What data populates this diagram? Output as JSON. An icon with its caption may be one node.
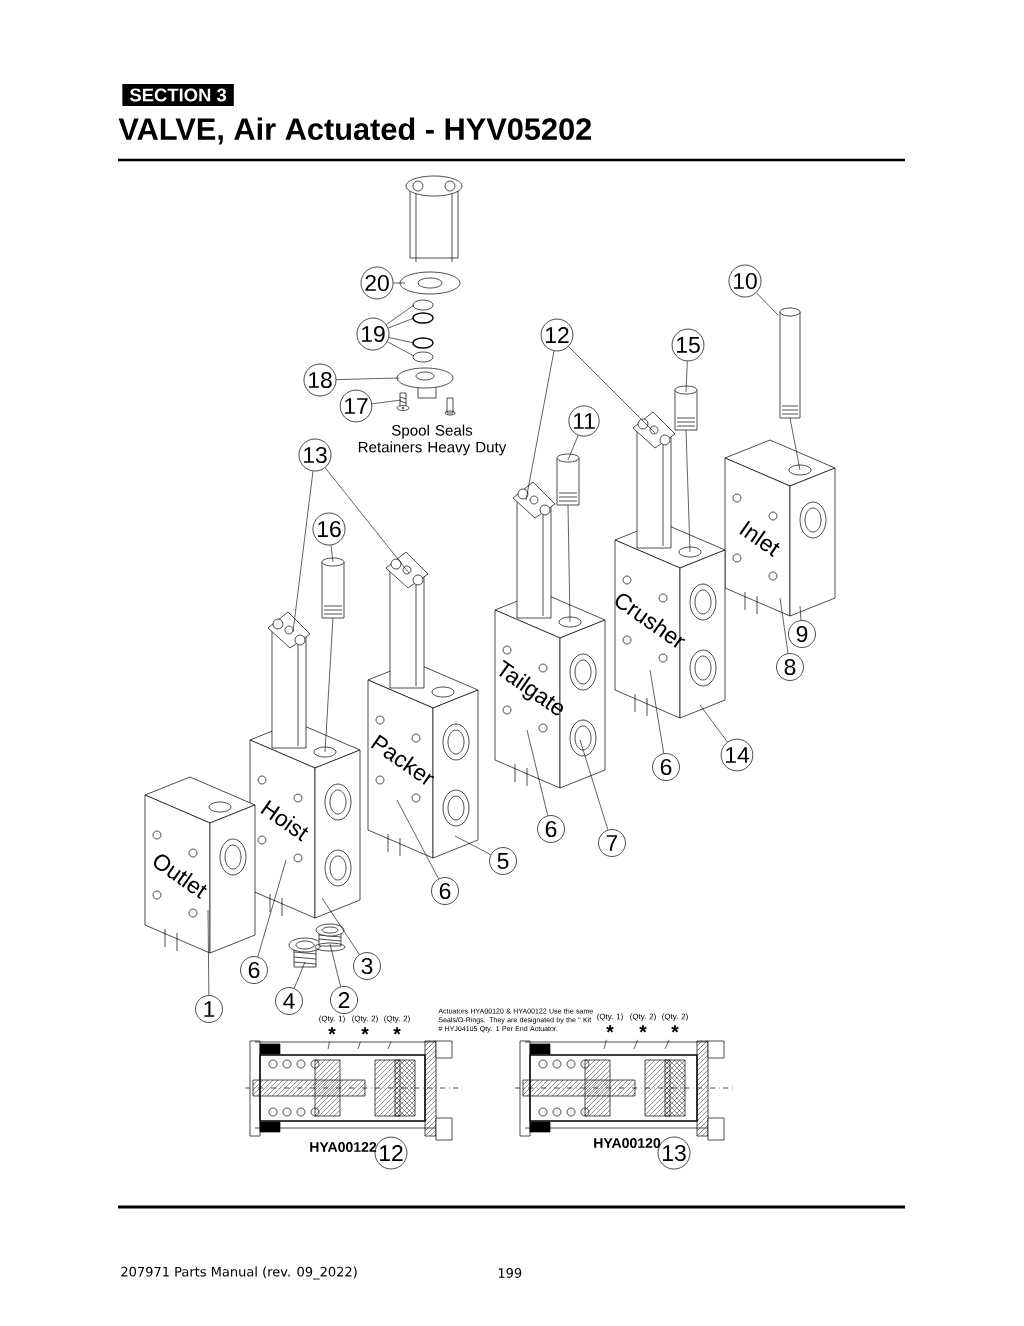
{
  "diagram": {
    "title": "VALVE, Air Actuated - HYV05202",
    "nodes": [
      {
        "text": [
          "SECTION 3"
        ]
      },
      {
        "text": [
          "20"
        ]
      },
      {
        "text": [
          "10"
        ]
      },
      {
        "text": [
          "19"
        ]
      },
      {
        "text": [
          "12"
        ]
      },
      {
        "text": [
          "15"
        ]
      },
      {
        "text": [
          "18"
        ]
      },
      {
        "text": [
          "17"
        ]
      },
      {
        "text": [
          "11"
        ]
      },
      {
        "text": [
          "13"
        ]
      },
      {
        "text": [
          "16"
        ]
      },
      {
        "text": [
          "9"
        ]
      },
      {
        "text": [
          "8"
        ]
      },
      {
        "text": [
          "14"
        ]
      },
      {
        "text": [
          "6"
        ]
      },
      {
        "text": [
          "7"
        ]
      },
      {
        "text": [
          "6"
        ]
      },
      {
        "text": [
          "5"
        ]
      },
      {
        "text": [
          "6"
        ]
      },
      {
        "text": [
          "3"
        ]
      },
      {
        "text": [
          "6"
        ]
      },
      {
        "text": [
          "4"
        ]
      },
      {
        "text": [
          "2"
        ]
      },
      {
        "text": [
          "1"
        ]
      },
      {
        "text": [
          "(Qty. 1)",
          "*"
        ]
      },
      {
        "text": [
          "(Qty. 2)",
          "*"
        ]
      },
      {
        "text": [
          "(Qty. 2)",
          "*"
        ]
      },
      {
        "text": [
          "(Qty. 1)",
          "*"
        ]
      },
      {
        "text": [
          "(Qty. 2)",
          "*"
        ]
      },
      {
        "text": [
          "(Qty. 2)",
          "*"
        ]
      },
      {
        "text": [
          "12"
        ]
      },
      {
        "text": [
          "13"
        ]
      },
      {
        "text": [],
        "shape": "picture"
      },
      {
        "text": [],
        "shape": "circle"
      },
      {
        "text": [],
        "shape": "circle"
      },
      {
        "text": [],
        "shape": "circle"
      },
      {
        "text": [],
        "shape": "circle"
      },
      {
        "text": [],
        "shape": "picture"
      },
      {
        "text": [],
        "shape": "picture"
      },
      {
        "text": [],
        "shape": "picture"
      },
      {
        "text": [],
        "shape": "picture"
      },
      {
        "text": [],
        "shape": "picture"
      },
      {
        "text": [],
        "shape": "picture"
      },
      {
        "text": [],
        "shape": "picture"
      },
      {
        "text": [],
        "shape": "picture"
      },
      {
        "text": [],
        "shape": "picture"
      },
      {
        "text": [],
        "shape": "picture"
      },
      {
        "text": [
          "Inlet"
        ]
      },
      {
        "text": [
          "Crusher"
        ]
      },
      {
        "text": [
          "Tailgate"
        ]
      },
      {
        "text": [
          "Packer"
        ]
      },
      {
        "text": [
          "Hoist"
        ]
      },
      {
        "text": [
          "Outlet"
        ]
      },
      {
        "text": [],
        "shape": "picture"
      },
      {
        "text": [],
        "shape": "picture"
      },
      {
        "text": [],
        "shape": "picture"
      },
      {
        "text": [],
        "shape": "picture"
      }
    ],
    "edges": [
      {
        "from": 1,
        "to": 32,
        "arrow": "none"
      },
      {
        "from": 2,
        "to": 46,
        "arrow": "none"
      },
      {
        "from": 3,
        "to": 33,
        "arrow": "none"
      },
      {
        "from": 3,
        "to": 34,
        "arrow": "none"
      },
      {
        "from": 3,
        "to": 35,
        "arrow": "none"
      },
      {
        "from": 3,
        "to": 36,
        "arrow": "none"
      },
      {
        "from": 4,
        "to": 41,
        "arrow": "none"
      },
      {
        "from": 4,
        "to": 42,
        "arrow": "none"
      },
      {
        "from": 5,
        "to": 45,
        "arrow": "none"
      },
      {
        "from": 6,
        "to": 37,
        "arrow": "none"
      },
      {
        "from": 7,
        "to": 38,
        "arrow": "none"
      },
      {
        "from": 8,
        "to": 44,
        "arrow": "none"
      },
      {
        "from": 9,
        "to": 39,
        "arrow": "none"
      },
      {
        "from": 9,
        "to": 40,
        "arrow": "none"
      },
      {
        "from": 10,
        "to": 43,
        "arrow": "none"
      },
      {
        "from": 11,
        "to": 47,
        "arrow": "none"
      },
      {
        "from": 12,
        "to": 47,
        "arrow": "none"
      },
      {
        "from": 13,
        "to": 48,
        "arrow": "none"
      },
      {
        "from": 14,
        "to": 48,
        "arrow": "none"
      },
      {
        "from": 15,
        "to": 49,
        "arrow": "none"
      },
      {
        "from": 16,
        "to": 49,
        "arrow": "none"
      },
      {
        "from": 17,
        "to": 50,
        "arrow": "none"
      },
      {
        "from": 18,
        "to": 50,
        "arrow": "none"
      },
      {
        "from": 19,
        "to": 51,
        "arrow": "none"
      },
      {
        "from": 20,
        "to": 51,
        "arrow": "none"
      },
      {
        "from": 21,
        "to": 53,
        "arrow": "none"
      },
      {
        "from": 22,
        "to": 54,
        "arrow": "none"
      },
      {
        "from": 23,
        "to": 52,
        "arrow": "none"
      },
      {
        "from": 24,
        "to": 55,
        "arrow": "none"
      },
      {
        "from": 25,
        "to": 55,
        "arrow": "none"
      },
      {
        "from": 26,
        "to": 55,
        "arrow": "none"
      },
      {
        "from": 27,
        "to": 56,
        "arrow": "none"
      },
      {
        "from": 28,
        "to": 56,
        "arrow": "none"
      },
      {
        "from": 29,
        "to": 56,
        "arrow": "none"
      },
      {
        "from": 43,
        "to": 51,
        "arrow": "none"
      },
      {
        "from": 44,
        "to": 49,
        "arrow": "none"
      },
      {
        "from": 45,
        "to": 48,
        "arrow": "none"
      },
      {
        "from": 46,
        "to": 47,
        "arrow": "none"
      }
    ],
    "labels": [
      "Spool Seals Retainers Heavy Duty",
      "Actuators HYA00120 & HYA00122 Use the same Seals/O-Rings. They are designated by the \" Kit # HYJ04105 Qty. 1 Per End Actuator.",
      "HYA00122",
      "HYA00120",
      "207971 Parts Manual (rev. 09_2022)",
      "199"
    ]
  }
}
